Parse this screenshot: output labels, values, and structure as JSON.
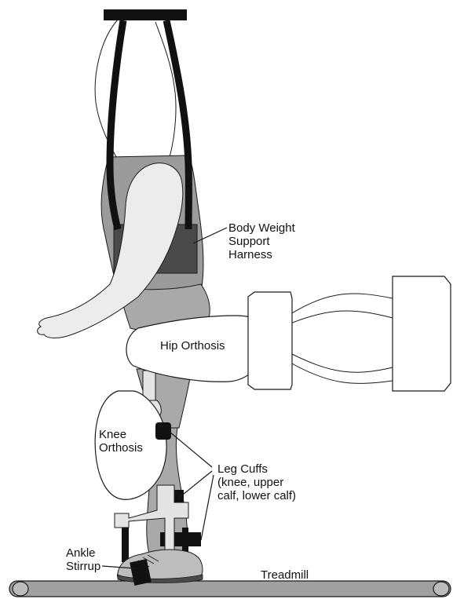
{
  "diagram": {
    "labels": {
      "harness": "Body Weight\nSupport\nHarness",
      "hip_orthosis": "Hip Orthosis",
      "knee_orthosis": "Knee\nOrthosis",
      "leg_cuffs": "Leg Cuffs\n(knee, upper\ncalf, lower calf)",
      "ankle_stirrup": "Ankle\nStirrup",
      "treadmill": "Treadmill"
    },
    "colors": {
      "outline": "#1a1a1a",
      "torso_gray": "#9b9b9b",
      "leg_gray": "#a9a9a9",
      "arm_light": "#ececec",
      "harness_band": "#4a4a4a",
      "strap_black": "#111111",
      "treadmill_gray": "#a0a0a0",
      "shoe_gray": "#bdbdbd"
    }
  }
}
